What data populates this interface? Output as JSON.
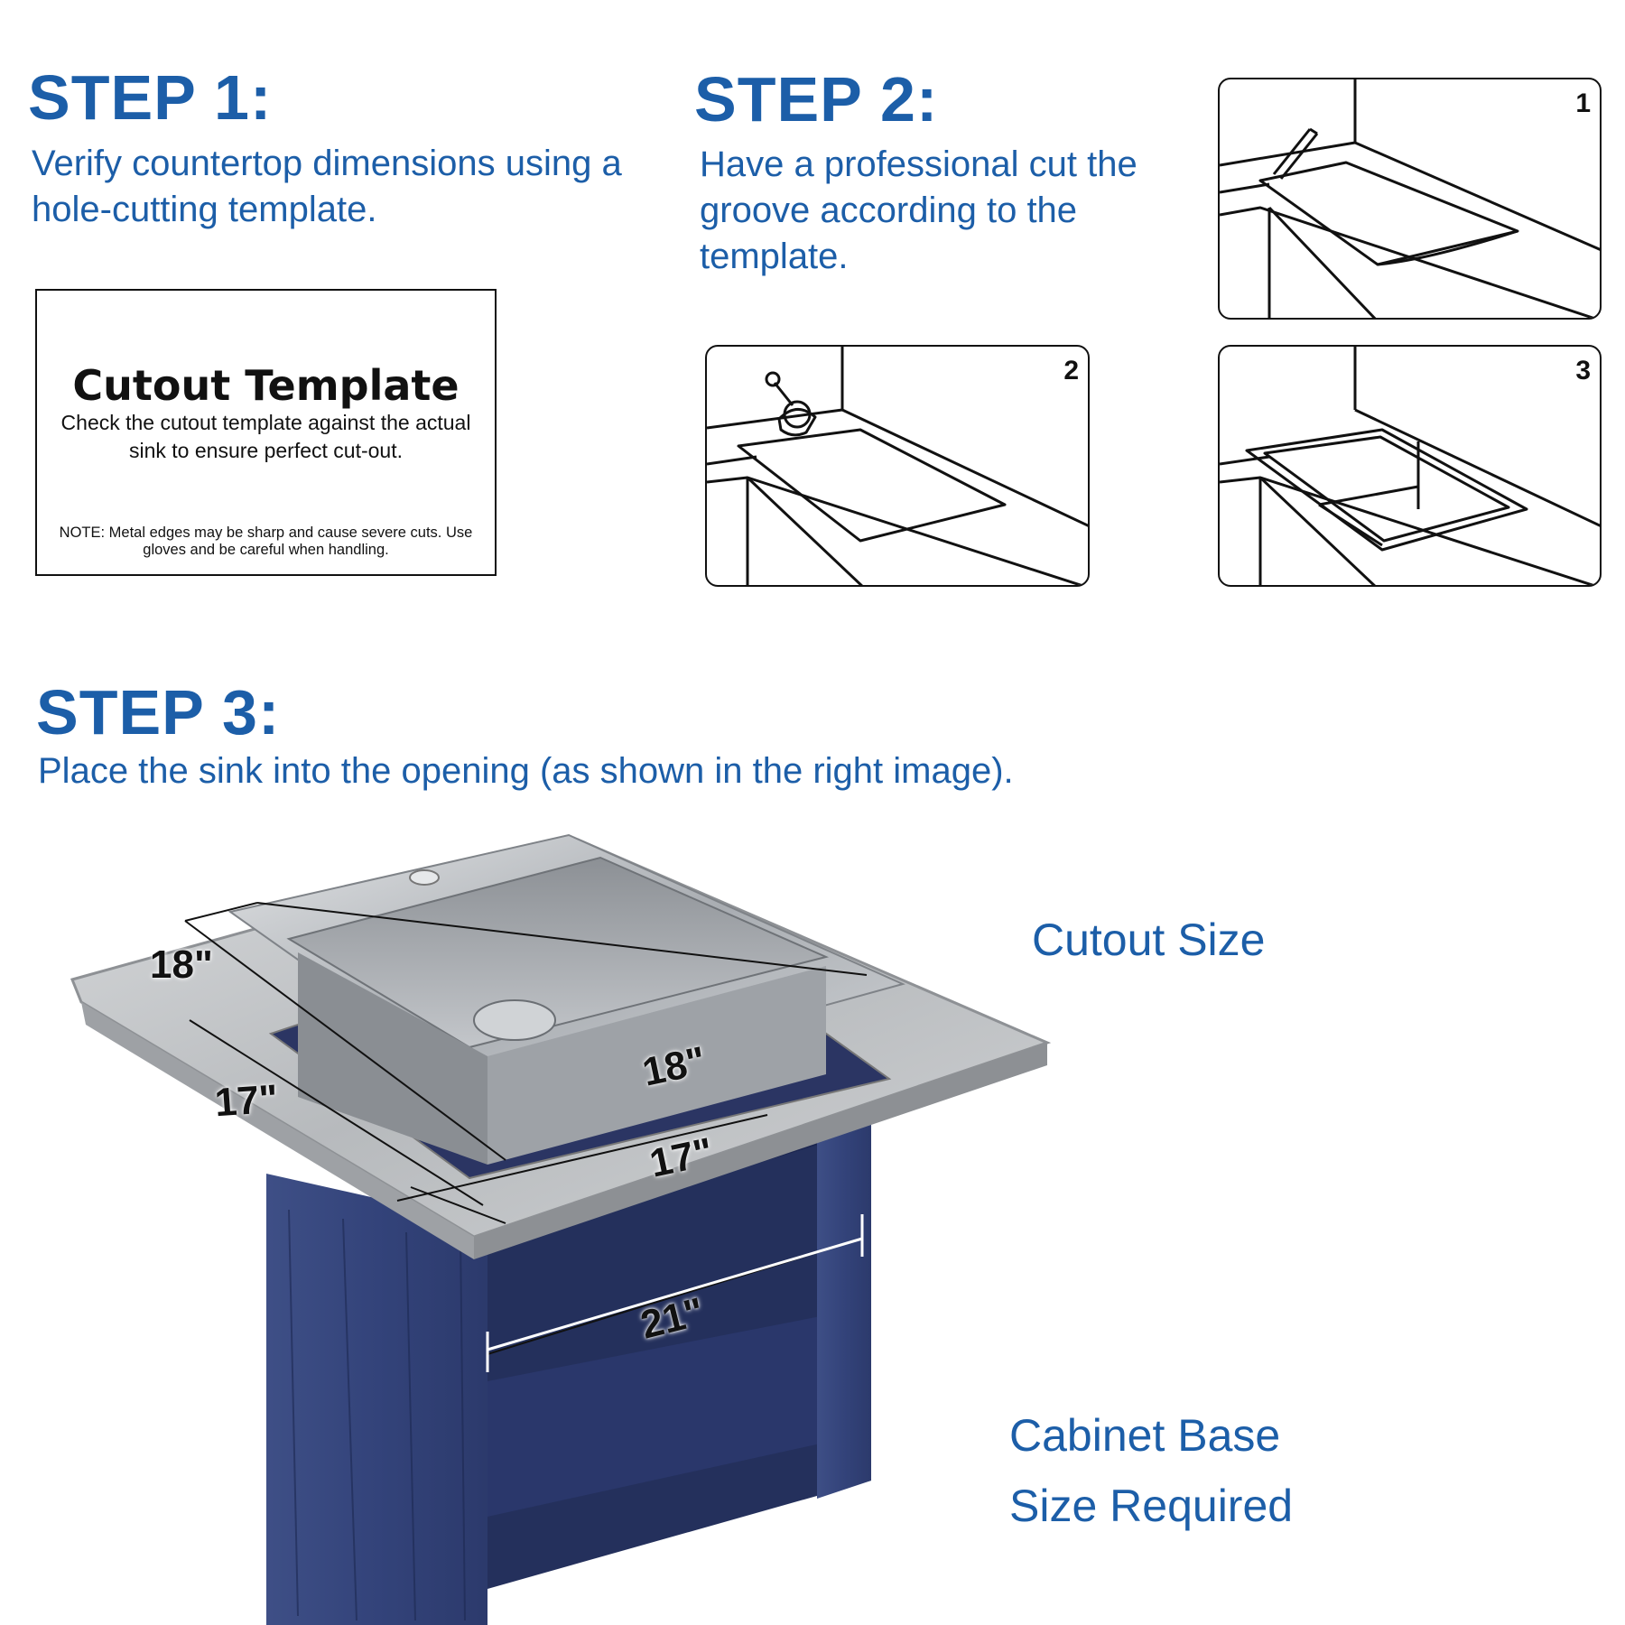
{
  "step1": {
    "heading": "STEP 1:",
    "description": "Verify countertop dimensions using a hole-cutting template."
  },
  "template_card": {
    "title": "Cutout Template",
    "body": "Check the cutout template against the actual sink to ensure perfect cut-out.",
    "note": "NOTE: Metal edges may be sharp and cause severe cuts. Use gloves and be careful when handling."
  },
  "step2": {
    "heading": "STEP 2:",
    "description": "Have a professional cut the groove according to the template.",
    "panels": [
      "1",
      "2",
      "3"
    ]
  },
  "step3": {
    "heading": "STEP 3:",
    "description": "Place the sink into the opening (as shown in the right image)."
  },
  "dimensions": {
    "cutout_left_depth": "18\"",
    "cutout_left_width": "17\"",
    "cutout_front_depth": "18\"",
    "cutout_front_width": "17\"",
    "cabinet_width": "21\""
  },
  "callouts": {
    "cutout_size": "Cutout Size",
    "cabinet_base": "Cabinet Base Size Required"
  },
  "colors": {
    "heading_blue": "#1c5ea8",
    "cabinet_navy": "#3a4a7d",
    "countertop_gray": "#c9cccf",
    "steel": "#a9adb2"
  }
}
